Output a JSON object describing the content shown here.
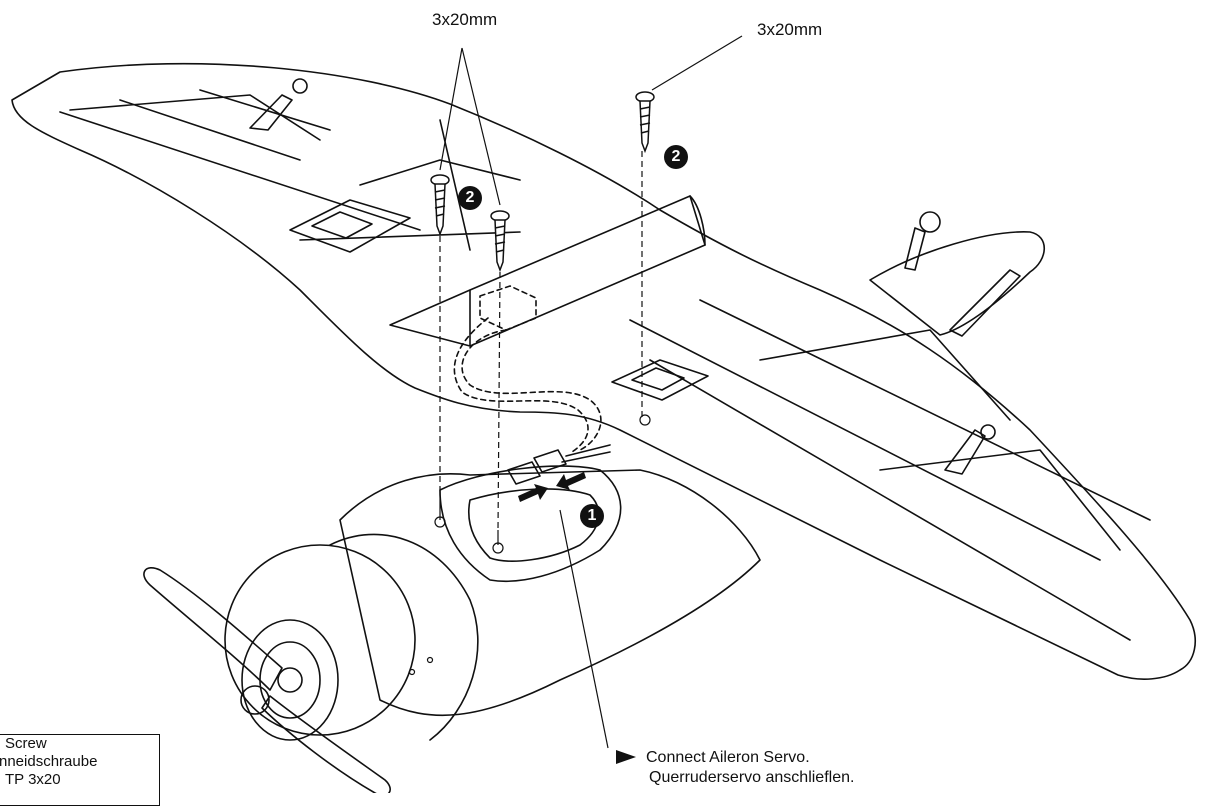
{
  "labels": {
    "screw_size_left": "3x20mm",
    "screw_size_right": "3x20mm"
  },
  "steps": {
    "step1": "1",
    "step2_left": "2",
    "step2_right": "2"
  },
  "legend": {
    "line1": "Screw",
    "line2": "nneidschraube",
    "line3": "TP 3x20"
  },
  "note": {
    "line1": "Connect Aileron Servo.",
    "line2": "Querruderservo anschlieflen."
  }
}
